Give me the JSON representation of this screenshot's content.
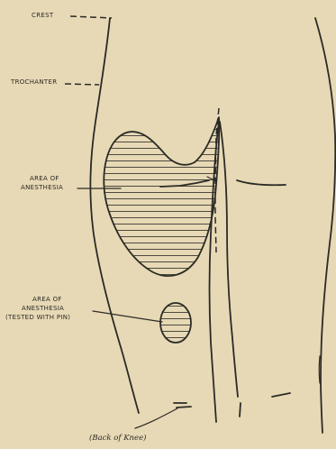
{
  "labels": {
    "crest": "CREST",
    "trochanter": "TROCHANTER",
    "area_upper_line1": "AREA OF",
    "area_upper_line2": "ANESTHESIA",
    "area_lower_line1": "AREA OF",
    "area_lower_line2": "ANESTHESIA",
    "area_lower_line3": "(TESTED WITH PIN)",
    "back_of_knee": "(Back of Knee)"
  },
  "colors": {
    "paper": "#e7d9b5",
    "ink": "#2b2a26"
  }
}
